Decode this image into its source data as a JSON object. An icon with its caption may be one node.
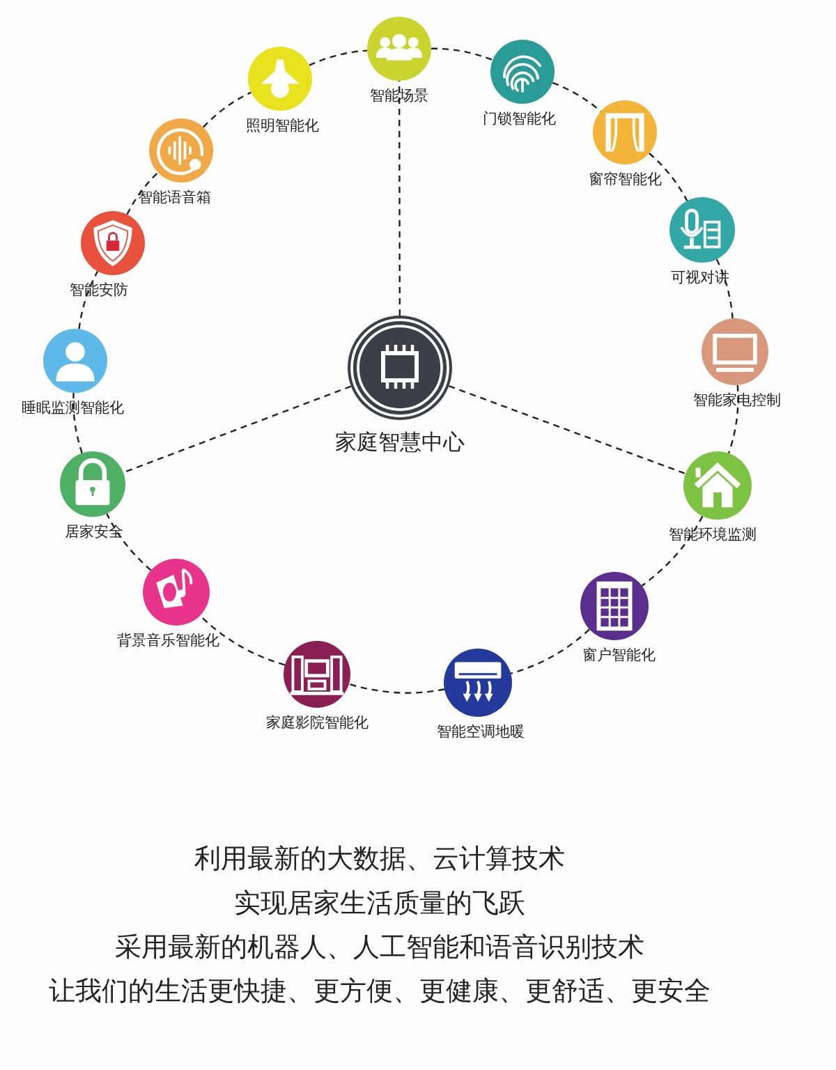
{
  "diagram": {
    "nodes": [
      {
        "text": [
          "家庭智慧中心"
        ]
      },
      {
        "text": [
          "智能场景"
        ]
      },
      {
        "text": [
          "门锁智能化"
        ]
      },
      {
        "text": [
          "窗帘智能化"
        ]
      },
      {
        "text": [
          "可视对讲"
        ]
      },
      {
        "text": [
          "智能家电控制"
        ]
      },
      {
        "text": [
          "智能环境监测"
        ]
      },
      {
        "text": [
          "窗户智能化"
        ]
      },
      {
        "text": [
          "智能空调地暖"
        ]
      },
      {
        "text": [
          "家庭影院智能化"
        ]
      },
      {
        "text": [
          "背景音乐智能化"
        ]
      },
      {
        "text": [
          "居家安全"
        ]
      },
      {
        "text": [
          "睡眠监测智能化"
        ]
      },
      {
        "text": [
          "智能安防"
        ]
      },
      {
        "text": [
          "智能语音箱"
        ]
      },
      {
        "text": [
          "照明智能化"
        ]
      }
    ],
    "edges": [
      {
        "from": 1,
        "to": 2,
        "arrow": "none",
        "style": "dashed"
      },
      {
        "from": 2,
        "to": 3,
        "arrow": "none",
        "style": "dashed"
      },
      {
        "from": 3,
        "to": 4,
        "arrow": "none",
        "style": "dashed"
      },
      {
        "from": 4,
        "to": 5,
        "arrow": "none",
        "style": "dashed"
      },
      {
        "from": 5,
        "to": 6,
        "arrow": "none",
        "style": "dashed"
      },
      {
        "from": 6,
        "to": 7,
        "arrow": "none",
        "style": "dashed"
      },
      {
        "from": 7,
        "to": 8,
        "arrow": "none",
        "style": "dashed"
      },
      {
        "from": 8,
        "to": 9,
        "arrow": "none",
        "style": "dashed"
      },
      {
        "from": 9,
        "to": 10,
        "arrow": "none",
        "style": "dashed"
      },
      {
        "from": 10,
        "to": 11,
        "arrow": "none",
        "style": "dashed"
      },
      {
        "from": 11,
        "to": 12,
        "arrow": "none",
        "style": "dashed"
      },
      {
        "from": 12,
        "to": 13,
        "arrow": "none",
        "style": "dashed"
      },
      {
        "from": 13,
        "to": 14,
        "arrow": "none",
        "style": "dashed"
      },
      {
        "from": 14,
        "to": 15,
        "arrow": "none",
        "style": "dashed"
      },
      {
        "from": 15,
        "to": 1,
        "arrow": "none",
        "style": "dashed"
      },
      {
        "from": 0,
        "to": 1,
        "arrow": "none",
        "style": "dashed"
      },
      {
        "from": 0,
        "to": 11,
        "arrow": "none",
        "style": "dashed"
      },
      {
        "from": 0,
        "to": 6,
        "arrow": "none",
        "style": "dashed"
      }
    ],
    "labels": [
      "利用最新的大数据、云计算技术",
      "实现居家生活质量的飞跃",
      "采用最新的机器人、人工智能和语音识别技术",
      "让我们的生活更快捷、更方便、更健康、更舒适、更安全"
    ]
  }
}
